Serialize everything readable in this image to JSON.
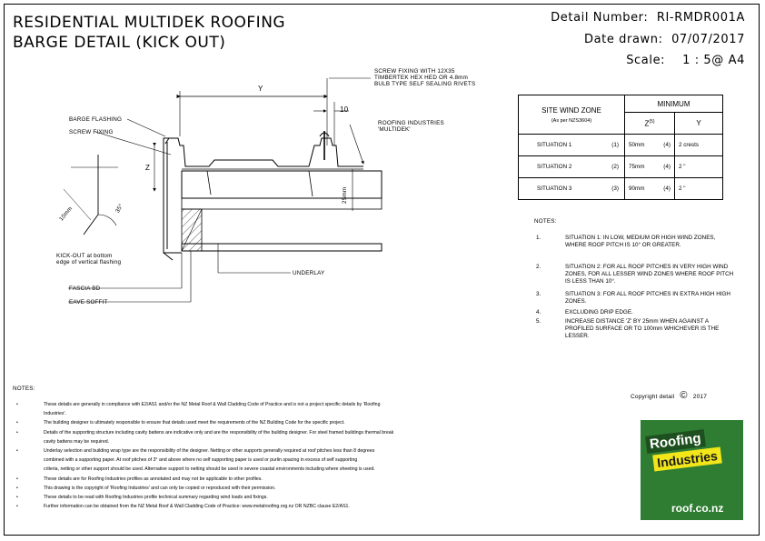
{
  "title": {
    "line1": "RESIDENTIAL MULTIDEK ROOFING",
    "line2": "BARGE DETAIL (KICK OUT)"
  },
  "header": {
    "detail_number_label": "Detail Number:",
    "detail_number": "RI-RMDR001A",
    "date_label": "Date drawn:",
    "date": "07/07/2017",
    "scale_label": "Scale:",
    "scale": "1 : 5@ A4"
  },
  "diagram": {
    "dim_y": "Y",
    "dim_z": "Z",
    "dim_10": "10",
    "dim_25mm": "25mm",
    "dim_10mm": "10mm",
    "dim_35deg": "35°",
    "screw_fixing_note": [
      "SCREW FIXING WITH 12X35",
      "TIMBERTEK HEX HED OR 4.8mm",
      "BULB TYPE SELF SEALING RIVETS"
    ],
    "roofing_note": [
      "ROOFING INDUSTRIES",
      "'MULTIDEK'"
    ],
    "barge_flashing": "BARGE FLASHING",
    "screw_fixing": "SCREW FIXING",
    "kickout": [
      "KICK-OUT at bottom",
      "edge of vertical flashing"
    ],
    "fascia": "FASCIA BD",
    "eave_soffit": "EAVE SOFFIT",
    "underlay": "UNDERLAY"
  },
  "wind_table": {
    "header_zone": "SITE WIND ZONE",
    "header_zone_sub": "(As per NZS3604)",
    "header_min": "MINIMUM",
    "col_z": "Z",
    "col_z_sup": "(5)",
    "col_y": "Y",
    "rows": [
      {
        "label": "SITUATION 1",
        "ref": "(1)",
        "z": "50mm",
        "zref": "(4)",
        "y": "2 crests"
      },
      {
        "label": "SITUATION 2",
        "ref": "(2)",
        "z": "75mm",
        "zref": "(4)",
        "y": "2 \""
      },
      {
        "label": "SITUATION 3",
        "ref": "(3)",
        "z": "90mm",
        "zref": "(4)",
        "y": "2 \""
      }
    ]
  },
  "right_notes": {
    "heading": "NOTES:",
    "items": [
      {
        "num": "1.",
        "text": "SITUATION 1: IN LOW, MEDIUM OR HIGH WIND ZONES, WHERE ROOF PITCH IS 10° OR GREATER."
      },
      {
        "num": "2.",
        "text": "SITUATION 2: FOR ALL ROOF PITCHES IN VERY HIGH WIND ZONES, FOR ALL LESSER WIND ZONES WHERE ROOF PITCH IS LESS THAN 10°."
      },
      {
        "num": "3.",
        "text": "SITUATION 3: FOR ALL ROOF PITCHES IN EXTRA HIGH HIGH ZONES."
      },
      {
        "num": "4.",
        "text": "EXCLUDING DRIP EDGE."
      },
      {
        "num": "5.",
        "text": "INCREASE DISTANCE 'Z' BY 25mm WHEN AGAINST A PROFILED SURFACE OR TO 100mm WHICHEVER IS THE LESSER."
      }
    ]
  },
  "bottom_notes": {
    "heading": "NOTES:",
    "bullet": "•",
    "items": [
      "These details are generally in compliance with E2/AS1 and/or the NZ Metal Roof & Wall Cladding Code of Practice and is not a project specific details by 'Roofing",
      "Industries'.",
      "The building designer is ultimately responsible to ensure that details used meet the requirements of the NZ Building Code for the specific project.",
      "Details of the supporting structure including cavity battens are indicative only and are the responsibility of the building designer. For steel framed buildings thermal break",
      "cavity battens may be required.",
      "Underlay selection and building wrap type are the responsibility of the designer. Netting or other supports generally required at roof pitches less than 8 degrees",
      "combined with a supporting paper. At roof pitches of 3° and above where no self supporting paper is used or purlin spacing in excess of self supporting",
      "criteria, netting or other support should be used. Alternative support to netting should be used in severe coastal environments including where sheeting is used.",
      "These details are for Roofing Industries profiles as annotated and may not be applicable to other profiles.",
      "This drawing is the copyright of 'Roofing Industries' and can only be copied or reproduced with their permission.",
      "These details to be read with Roofing Industries profile technical summary regarding wind loads and fixings.",
      "Further information can be obtained from the NZ Metal Roof & Wall Cladding Code of Practice: www.metalroofing.org.nz OR NZBC clause E2/AS1."
    ],
    "bulleted": [
      true,
      false,
      true,
      true,
      false,
      true,
      false,
      false,
      true,
      true,
      true,
      true
    ]
  },
  "copyright": {
    "text": "Copyright detail",
    "symbol": "©",
    "year": "2017"
  },
  "logo": {
    "line1": "Roofing",
    "line2": "Industries",
    "url": "roof.co.nz",
    "bg_color": "#2e7d32",
    "band_color": "#1e4f1f",
    "accent_color": "#f2e61a"
  }
}
